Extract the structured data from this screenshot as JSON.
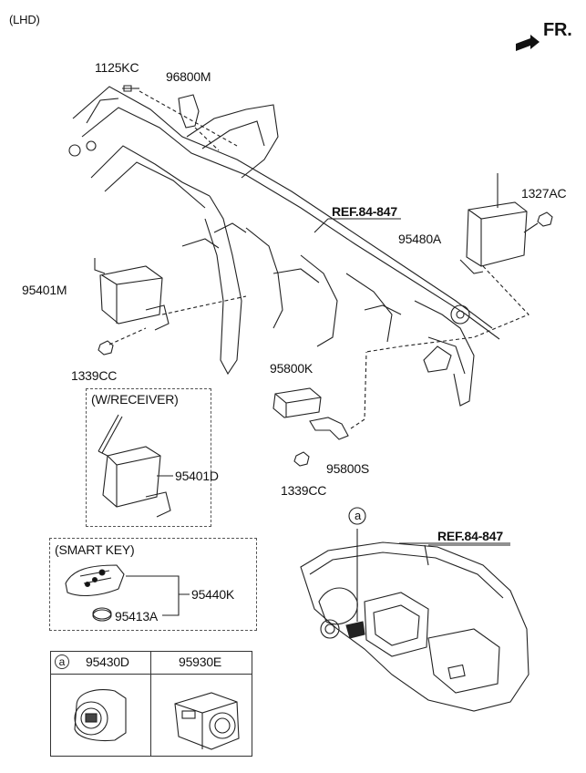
{
  "header": {
    "region_label": "(LHD)",
    "direction_label": "FR."
  },
  "parts": {
    "p1125KC": "1125KC",
    "p96800M": "96800M",
    "ref_top": "REF.84-847",
    "p1327AC": "1327AC",
    "p95480A": "95480A",
    "p95401M": "95401M",
    "p1339CC_a": "1339CC",
    "p95800K": "95800K",
    "p95800S": "95800S",
    "p1339CC_b": "1339CC",
    "p95401D": "95401D",
    "p95440K": "95440K",
    "p95413A": "95413A",
    "ref_bottom": "REF.84-847",
    "callout_a": "a"
  },
  "groups": {
    "receiver_title": "(W/RECEIVER)",
    "smart_key_title": "(SMART KEY)"
  },
  "table": {
    "callout": "a",
    "col1": "95430D",
    "col2": "95930E"
  }
}
